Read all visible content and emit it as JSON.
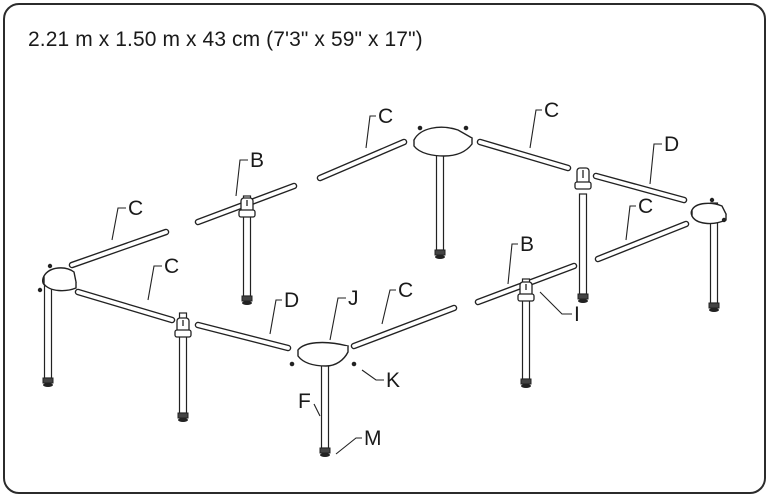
{
  "title": "2.21 m x 1.50 m x 43 cm (7'3\" x 59\" x 17\")",
  "parts": {
    "b": "B",
    "c": "C",
    "d": "D",
    "f": "F",
    "i": "I",
    "j": "J",
    "k": "K",
    "m": "M"
  }
}
